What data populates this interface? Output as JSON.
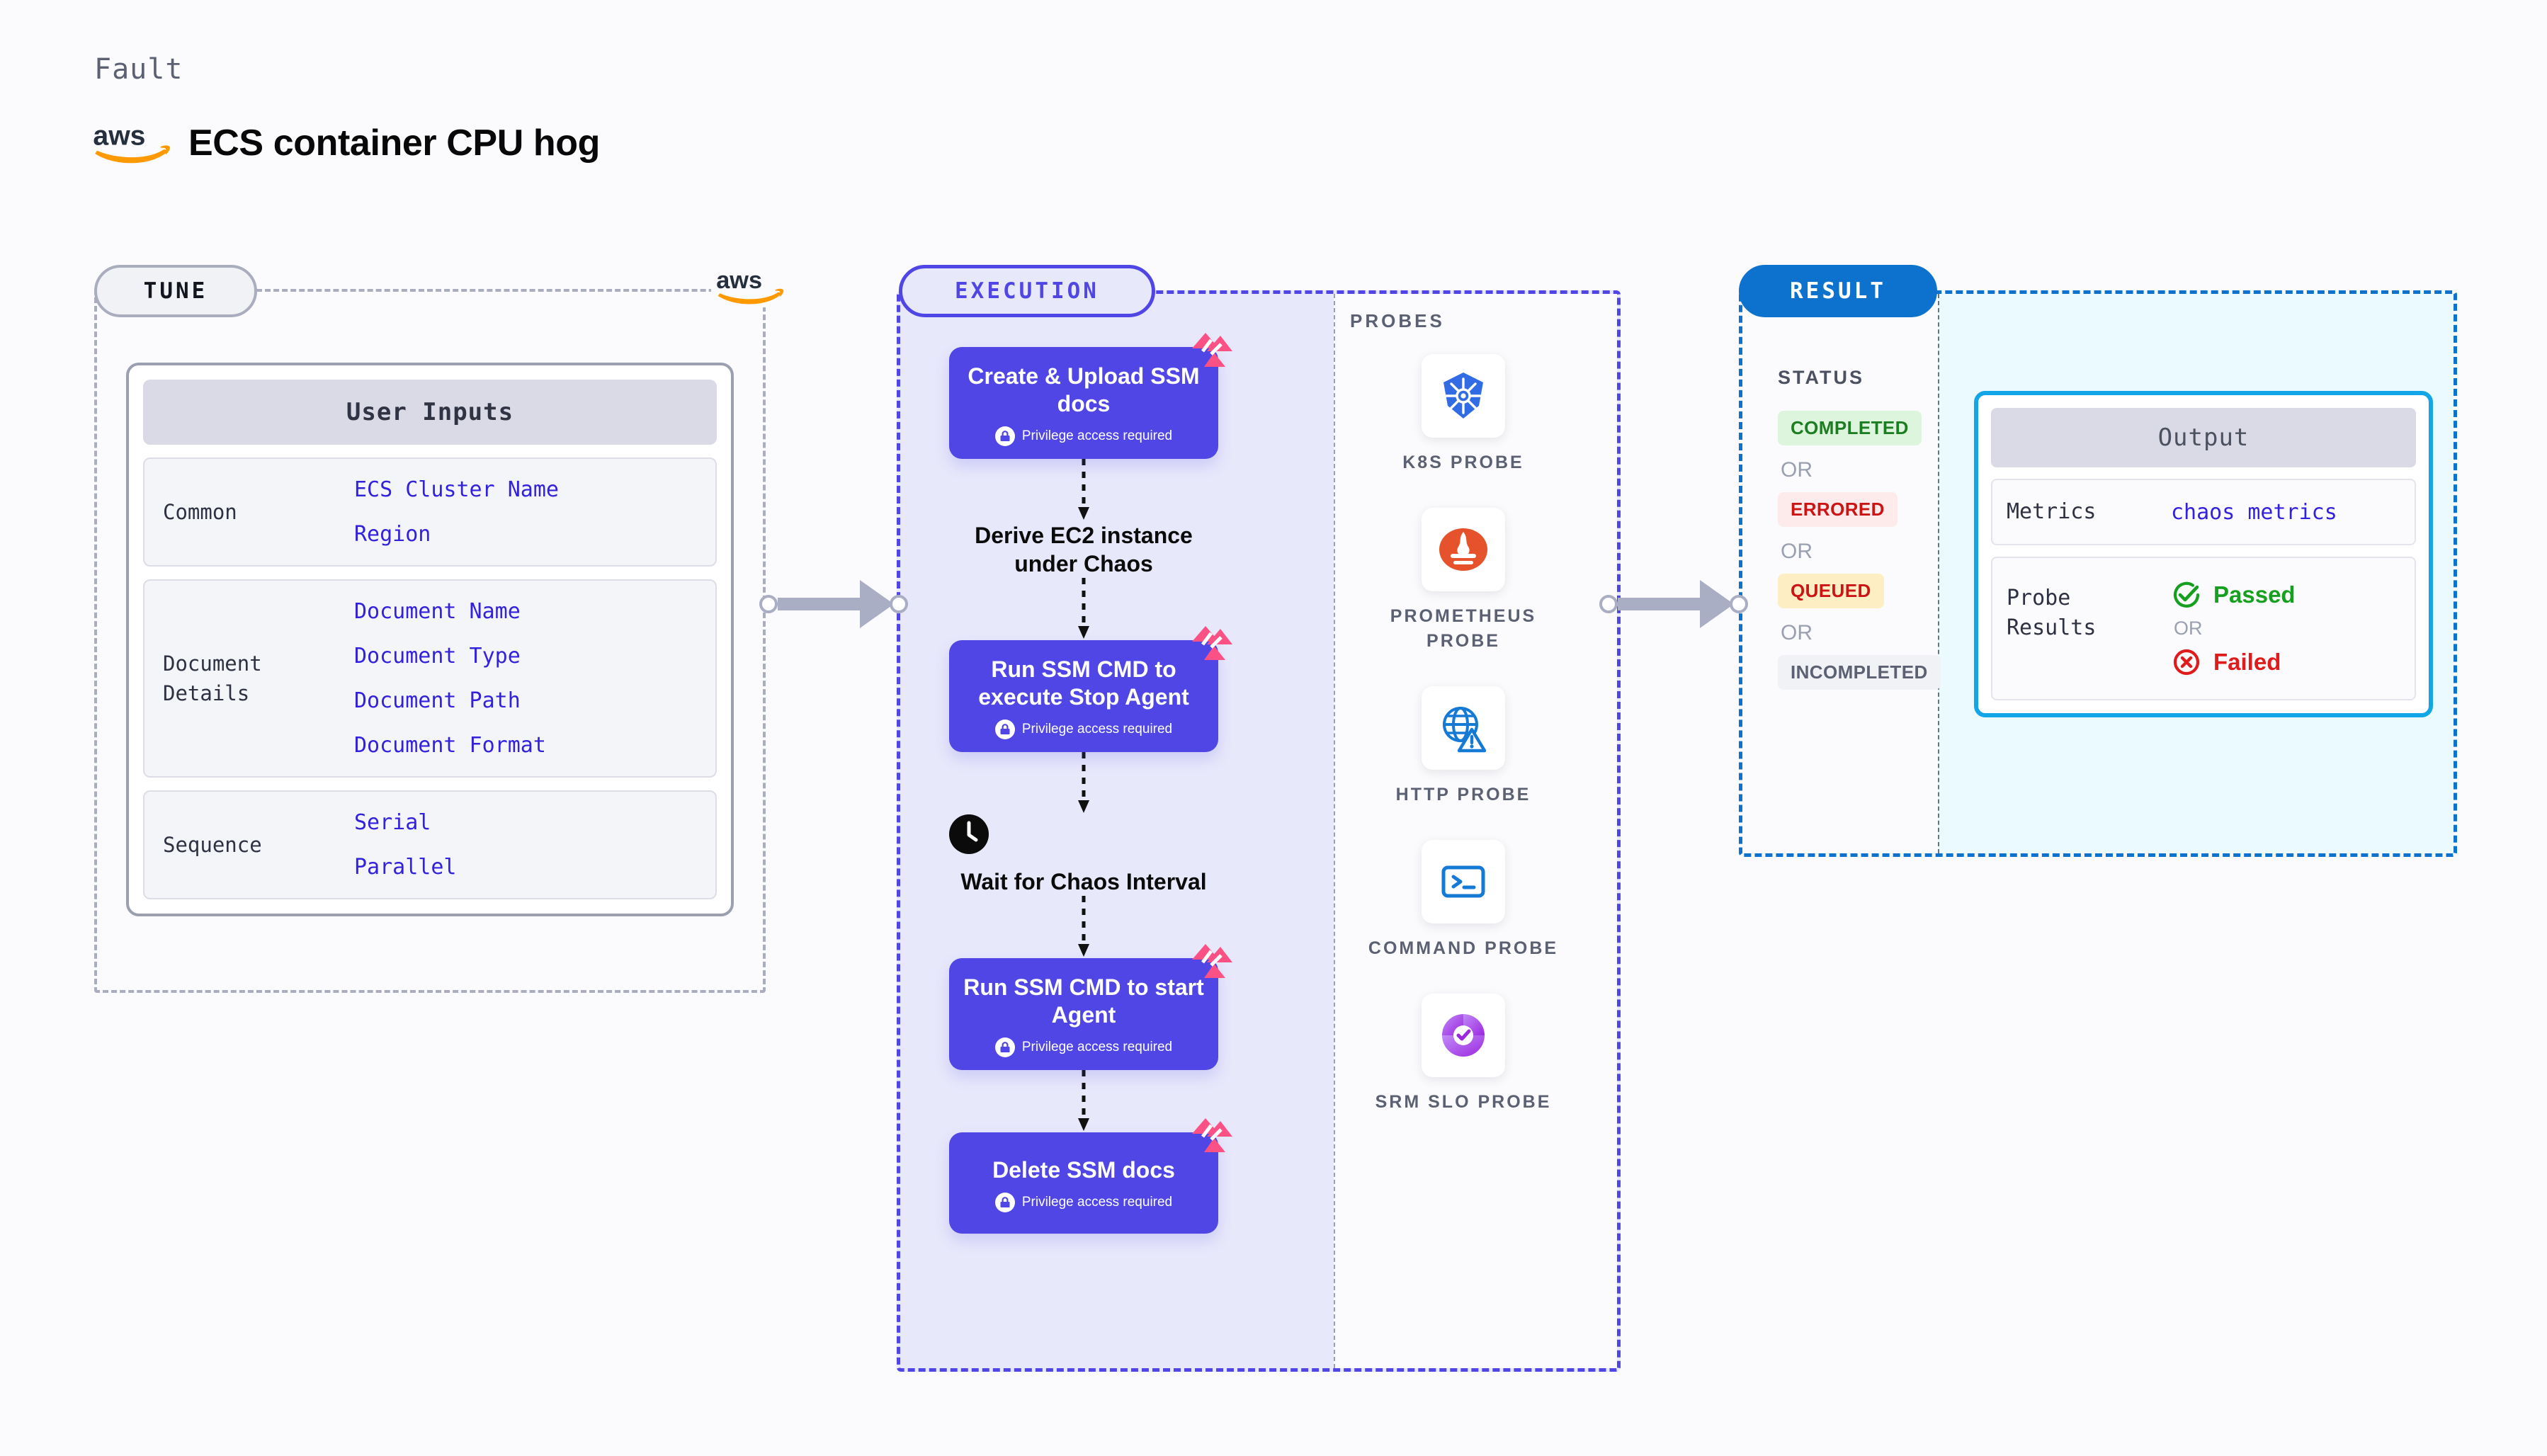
{
  "header": {
    "eyebrow": "Fault",
    "title": "ECS container CPU hog",
    "logo_icon": "aws-logo"
  },
  "tune": {
    "pill_label": "TUNE",
    "provider_icon": "aws-logo",
    "card_title": "User Inputs",
    "groups": [
      {
        "label": "Common",
        "values": [
          "ECS Cluster Name",
          "Region"
        ]
      },
      {
        "label": "Document\nDetails",
        "values": [
          "Document Name",
          "Document Type",
          "Document Path",
          "Document Format"
        ]
      },
      {
        "label": "Sequence",
        "values": [
          "Serial",
          "Parallel"
        ]
      }
    ]
  },
  "execution": {
    "pill_label": "EXECUTION",
    "privilege_note": "Privilege access required",
    "steps": [
      {
        "type": "task",
        "title": "Create & Upload SSM docs",
        "privileged": true,
        "badge_icon": "litmus-chaos-icon"
      },
      {
        "type": "plain",
        "title": "Derive EC2 instance under Chaos"
      },
      {
        "type": "task",
        "title": "Run SSM CMD to execute Stop Agent",
        "privileged": true,
        "badge_icon": "litmus-chaos-icon"
      },
      {
        "type": "wait",
        "title": "Wait for Chaos Interval",
        "icon": "clock-icon"
      },
      {
        "type": "task",
        "title": "Run SSM CMD to start Agent",
        "privileged": true,
        "badge_icon": "litmus-chaos-icon"
      },
      {
        "type": "task",
        "title": "Delete SSM docs",
        "privileged": true,
        "badge_icon": "litmus-chaos-icon"
      }
    ]
  },
  "probes": {
    "label": "PROBES",
    "items": [
      {
        "name": "K8S PROBE",
        "icon": "kubernetes-icon"
      },
      {
        "name": "PROMETHEUS PROBE",
        "icon": "prometheus-icon"
      },
      {
        "name": "HTTP PROBE",
        "icon": "http-globe-icon"
      },
      {
        "name": "COMMAND PROBE",
        "icon": "terminal-icon"
      },
      {
        "name": "SRM SLO PROBE",
        "icon": "srm-slo-icon"
      }
    ]
  },
  "result": {
    "pill_label": "RESULT",
    "status_label": "STATUS",
    "or_label": "OR",
    "statuses": [
      {
        "label": "COMPLETED",
        "color": "#1e7d22",
        "bg": "#ddf5dd"
      },
      {
        "label": "ERRORED",
        "color": "#cc1414",
        "bg": "#fdeaea"
      },
      {
        "label": "QUEUED",
        "color": "#cc1414",
        "bg": "#fdeec4"
      },
      {
        "label": "INCOMPLETED",
        "color": "#5b6173",
        "bg": "#f1f2f6"
      }
    ],
    "output": {
      "title": "Output",
      "metrics_label": "Metrics",
      "metrics_value": "chaos metrics",
      "probe_results_label": "Probe\nResults",
      "passed_label": "Passed",
      "failed_label": "Failed",
      "or_label": "OR",
      "passed_icon": "check-circle-icon",
      "failed_icon": "x-circle-icon",
      "passed_color": "#17a01f",
      "failed_color": "#e01b1b"
    }
  },
  "colors": {
    "node_purple": "#4f46e5",
    "litmus_pink": "#fc5185",
    "result_blue": "#0d72ce",
    "output_border": "#12a5e8",
    "mono_link": "#3322dd"
  }
}
